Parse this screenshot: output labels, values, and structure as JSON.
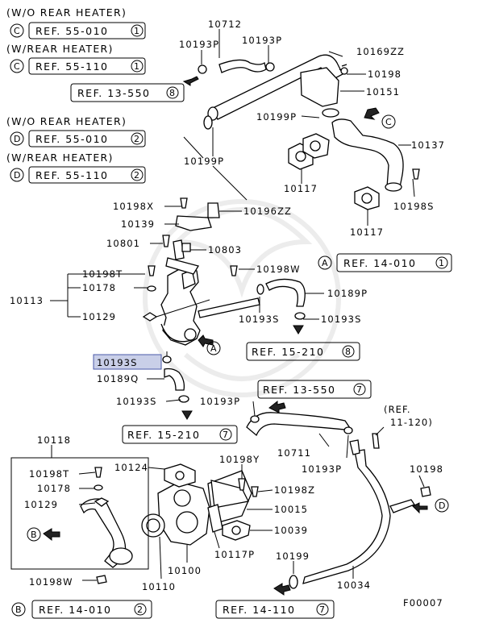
{
  "header_refs": {
    "c1_note": "(W/O REAR HEATER)",
    "c1_circle": "C",
    "c1_ref": "REF. 55-010",
    "c1_num": "1",
    "c2_note": "(W/REAR HEATER)",
    "c2_circle": "C",
    "c2_ref": "REF. 55-110",
    "c2_num": "1",
    "d1_note": "(W/O REAR HEATER)",
    "d1_circle": "D",
    "d1_ref": "REF. 55-010",
    "d1_num": "2",
    "d2_note": "(W/REAR HEATER)",
    "d2_circle": "D",
    "d2_ref": "REF. 55-110",
    "d2_num": "2"
  },
  "refs": {
    "r13550_top": "REF. 13-550",
    "r13550_top_num": "8",
    "a14010": "REF. 14-010",
    "a14010_num": "1",
    "a14010_circle": "A",
    "r15210_right": "REF. 15-210",
    "r15210_right_num": "8",
    "r13550_mid": "REF. 13-550",
    "r13550_mid_num": "7",
    "r15210_left": "REF. 15-210",
    "r15210_left_num": "7",
    "b14010": "REF. 14-010",
    "b14010_num": "2",
    "b14010_circle": "B",
    "r14110": "REF. 14-110",
    "r14110_num": "7",
    "ref11120_a": "(REF.",
    "ref11120_b": "11-120)"
  },
  "parts": {
    "p10712": "10712",
    "p10193P_a": "10193P",
    "p10193P_b": "10193P",
    "p10169ZZ": "10169ZZ",
    "p10198_top": "10198",
    "p10151": "10151",
    "p10199P_top": "10199P",
    "p10137": "10137",
    "p10199P_left": "10199P",
    "p10117_a": "10117",
    "p10198S": "10198S",
    "p10117_b": "10117",
    "p10198X": "10198X",
    "p10196ZZ": "10196ZZ",
    "p10139": "10139",
    "p10801": "10801",
    "p10803": "10803",
    "p10198T": "10198T",
    "p10198W_top": "10198W",
    "p10178": "10178",
    "p10113": "10113",
    "p10189P": "10189P",
    "p10129": "10129",
    "p10193S_a": "10193S",
    "p10193S_b": "10193S",
    "p10193S_hl": "10193S",
    "p10189Q": "10189Q",
    "p10193S_c": "10193S",
    "p10193P_c": "10193P",
    "p10711": "10711",
    "p10193P_d": "10193P",
    "p10118": "10118",
    "p10198T_b": "10198T",
    "p10178_b": "10178",
    "p10129_b": "10129",
    "p10124": "10124",
    "p10198Y": "10198Y",
    "p10198Z": "10198Z",
    "p10015": "10015",
    "p10039": "10039",
    "p10117P": "10117P",
    "p10100": "10100",
    "p10110": "10110",
    "p10198W_b": "10198W",
    "p10199": "10199",
    "p10034": "10034",
    "p10198_right": "10198"
  },
  "markers": {
    "a": "A",
    "b": "B",
    "c": "C",
    "d": "D"
  },
  "figure_code": "F00007",
  "colors": {
    "line": "#000000",
    "highlight_fill": "#c9cfe8",
    "highlight_stroke": "#4a5aa8"
  }
}
